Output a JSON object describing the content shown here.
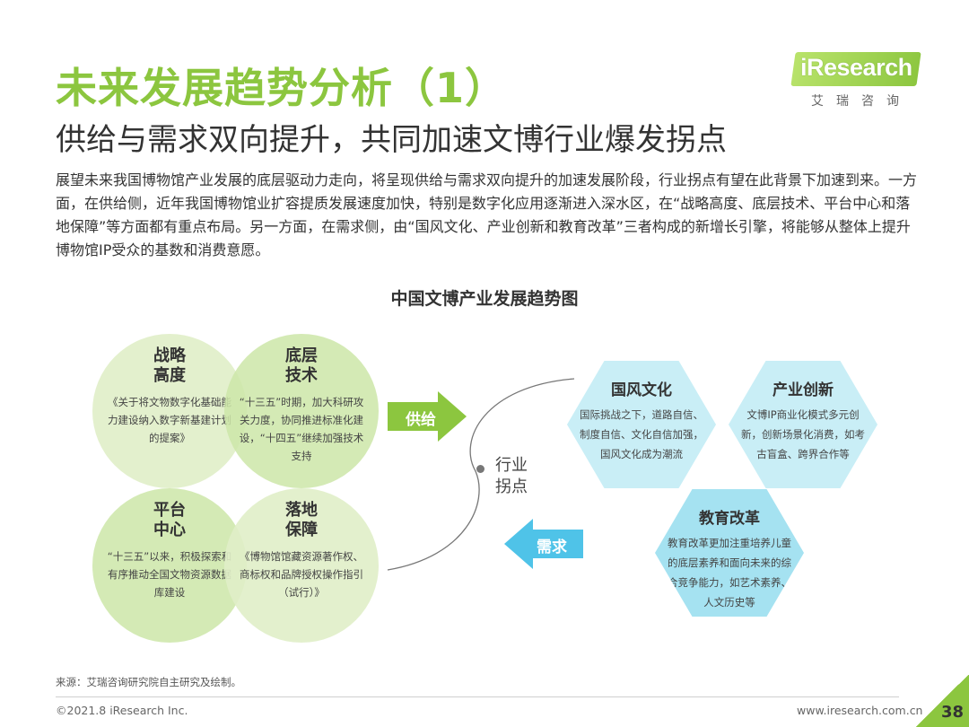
{
  "header": {
    "title": "未来发展趋势分析（1）",
    "subtitle": "供给与需求双向提升，共同加速文博行业爆发拐点",
    "logo_text": "iResearch",
    "logo_cn": "艾瑞咨询"
  },
  "intro": "展望未来我国博物馆产业发展的底层驱动力走向，将呈现供给与需求双向提升的加速发展阶段，行业拐点有望在此背景下加速到来。一方面，在供给侧，近年我国博物馆业扩容提质发展速度加快，特别是数字化应用逐渐进入深水区，在“战略高度、底层技术、平台中心和落地保障”等方面都有重点布局。另一方面，在需求侧，由“国风文化、产业创新和教育改革”三者构成的新增长引擎，将能够从整体上提升博物馆IP受众的基数和消费意愿。",
  "diagram": {
    "title": "中国文博产业发展趋势图",
    "supply_circles": [
      {
        "title": "战略\n高度",
        "body": "《关于将文物数字化基础能力建设纳入数字新基建计划的提案》"
      },
      {
        "title": "底层\n技术",
        "body": "“十三五”时期，加大科研攻关力度，协同推进标准化建设，“十四五”继续加强技术支持"
      },
      {
        "title": "平台\n中心",
        "body": "“十三五”以来，积极探索和有序推动全国文物资源数据库建设"
      },
      {
        "title": "落地\n保障",
        "body": "《博物馆馆藏资源著作权、商标权和品牌授权操作指引（试行）》"
      }
    ],
    "supply_label": "供给",
    "demand_label": "需求",
    "inflection_label": "行业拐点",
    "demand_hexes": [
      {
        "title": "国风文化",
        "body": "国际挑战之下，道路自信、制度自信、文化自信加强，国风文化成为潮流"
      },
      {
        "title": "产业创新",
        "body": "文博IP商业化模式多元创新，创新场景化消费，如考古盲盒、跨界合作等"
      },
      {
        "title": "教育改革",
        "body": "教育改革更加注重培养儿童的底层素养和面向未来的综合竞争能力，如艺术素养、人文历史等"
      }
    ]
  },
  "footer": {
    "source": "来源：艾瑞咨询研究院自主研究及绘制。",
    "copyright": "©2021.8 iResearch Inc.",
    "site": "www.iresearch.com.cn",
    "page": "38"
  },
  "colors": {
    "accent_green": "#8cc63f",
    "accent_blue": "#4fc3e8"
  }
}
